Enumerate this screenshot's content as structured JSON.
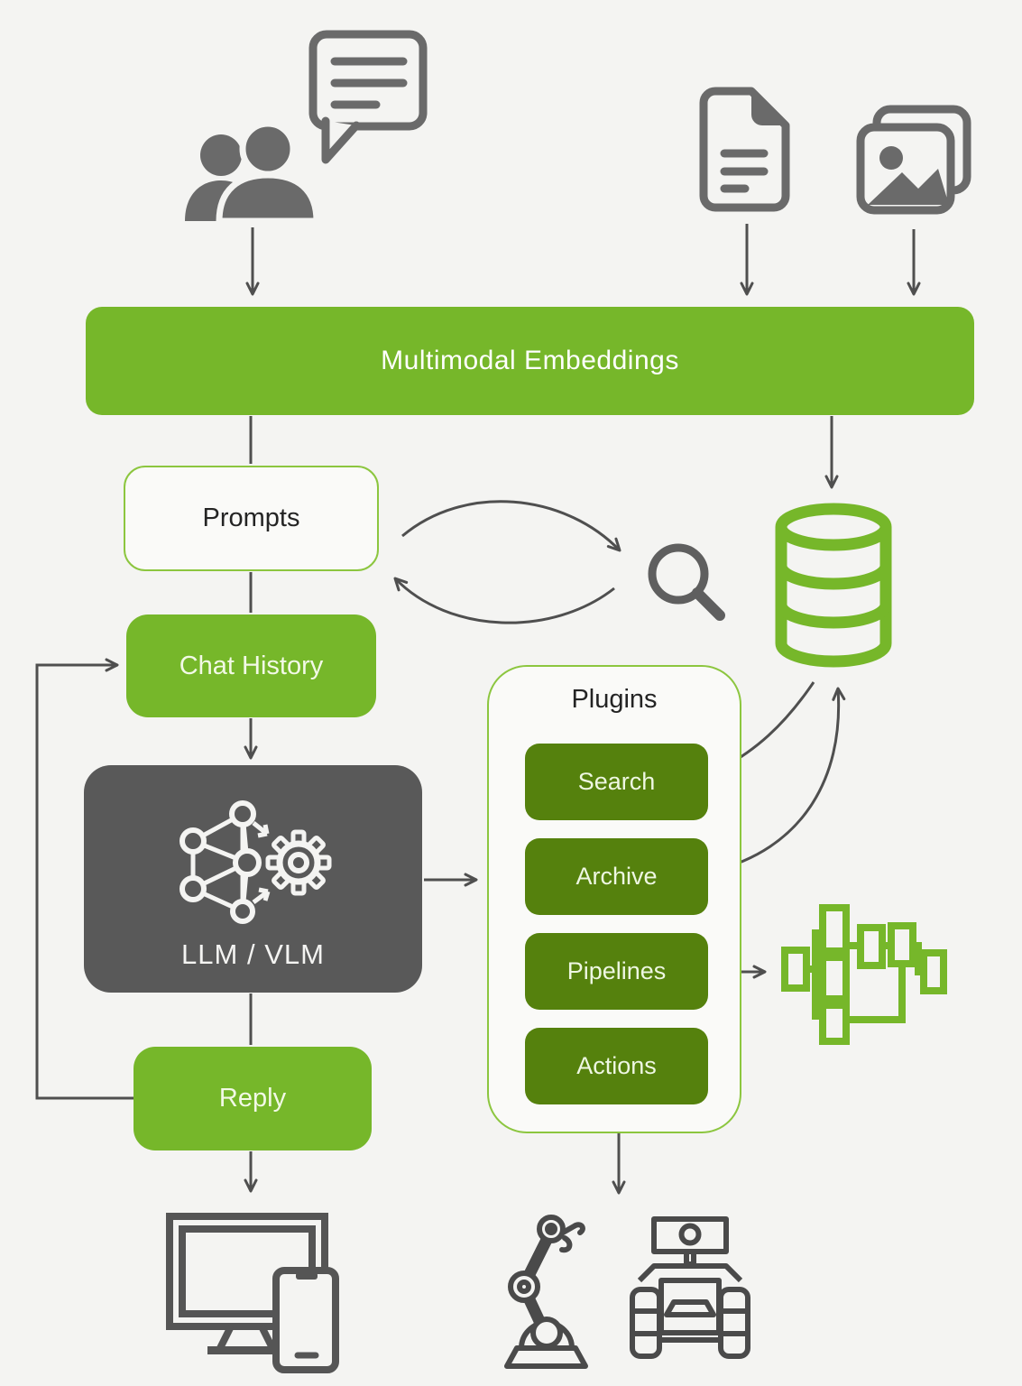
{
  "canvas": {
    "background": "#f4f4f2"
  },
  "colors": {
    "accent_green": "#76b72a",
    "dark_green": "#55810d",
    "outline_green": "#8cc63f",
    "box_gray": "#595959",
    "icon_gray": "#6a6a6a",
    "arrow_gray": "#4f4f4f"
  },
  "nodes": {
    "embeddings": {
      "label": "Multimodal Embeddings"
    },
    "prompts": {
      "label": "Prompts"
    },
    "chat_history": {
      "label": "Chat History"
    },
    "llm": {
      "label": "LLM / VLM"
    },
    "reply": {
      "label": "Reply"
    },
    "plugins_group": {
      "title": "Plugins",
      "items": [
        {
          "label": "Search"
        },
        {
          "label": "Archive"
        },
        {
          "label": "Pipelines"
        },
        {
          "label": "Actions"
        }
      ]
    }
  },
  "icons": {
    "users_chat": "users-with-speech-bubble",
    "document": "document-file",
    "images": "image-stack",
    "magnifier": "search-magnifier",
    "database": "vector-database-cylinder",
    "llm_brain": "neural-network-with-gear",
    "pipeline": "pipeline-flow",
    "devices": "monitor-and-phone",
    "robot_arm": "robot-arm",
    "rover": "rover-robot"
  }
}
